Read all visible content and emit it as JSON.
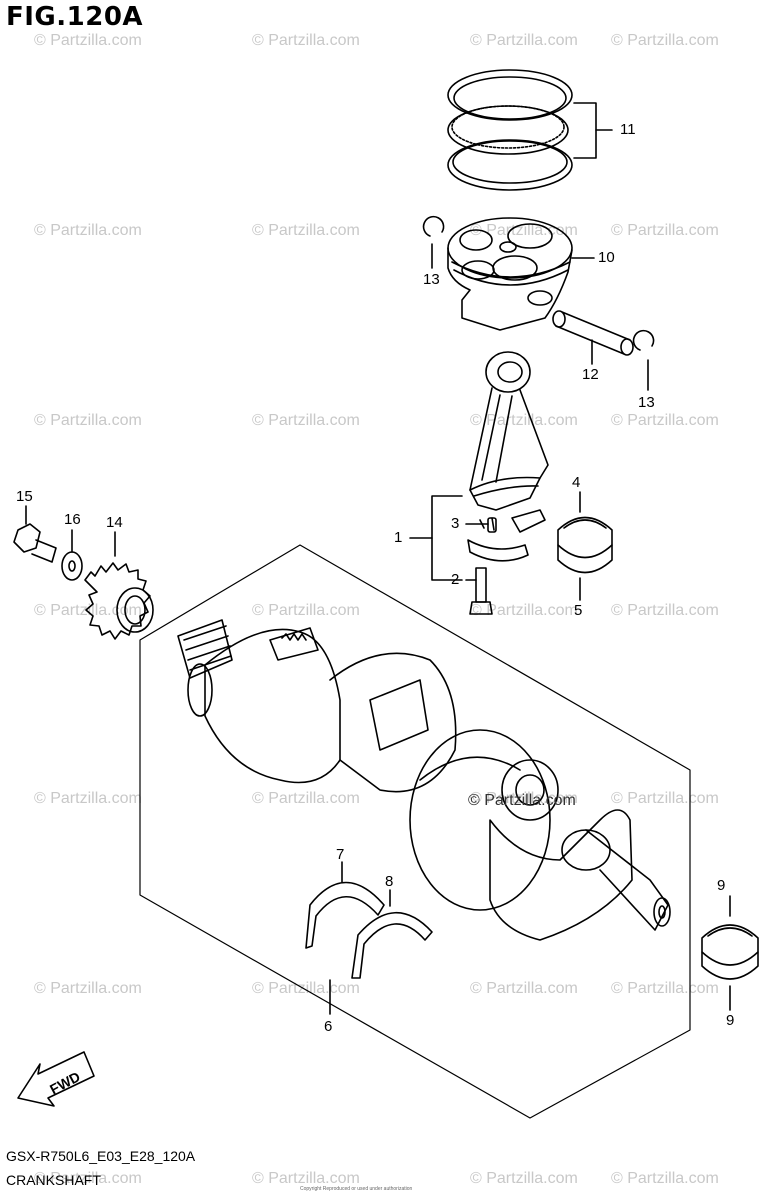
{
  "figure": {
    "title": "FIG.120A",
    "model_code": "GSX-R750L6_E03_E28_120A",
    "section_name": "CRANKSHAFT",
    "fwd_label": "FWD",
    "fine_print": "Copyright Reproduced or used under authorization"
  },
  "watermark": {
    "text": "© Partzilla.com"
  },
  "callouts": [
    {
      "id": "c1",
      "label": "1"
    },
    {
      "id": "c2",
      "label": "2"
    },
    {
      "id": "c3",
      "label": "3"
    },
    {
      "id": "c4",
      "label": "4"
    },
    {
      "id": "c5",
      "label": "5"
    },
    {
      "id": "c6",
      "label": "6"
    },
    {
      "id": "c7",
      "label": "7"
    },
    {
      "id": "c8",
      "label": "8"
    },
    {
      "id": "c9a",
      "label": "9"
    },
    {
      "id": "c9b",
      "label": "9"
    },
    {
      "id": "c10",
      "label": "10"
    },
    {
      "id": "c11",
      "label": "11"
    },
    {
      "id": "c12",
      "label": "12"
    },
    {
      "id": "c13a",
      "label": "13"
    },
    {
      "id": "c13b",
      "label": "13"
    },
    {
      "id": "c14",
      "label": "14"
    },
    {
      "id": "c15",
      "label": "15"
    },
    {
      "id": "c16",
      "label": "16"
    }
  ]
}
